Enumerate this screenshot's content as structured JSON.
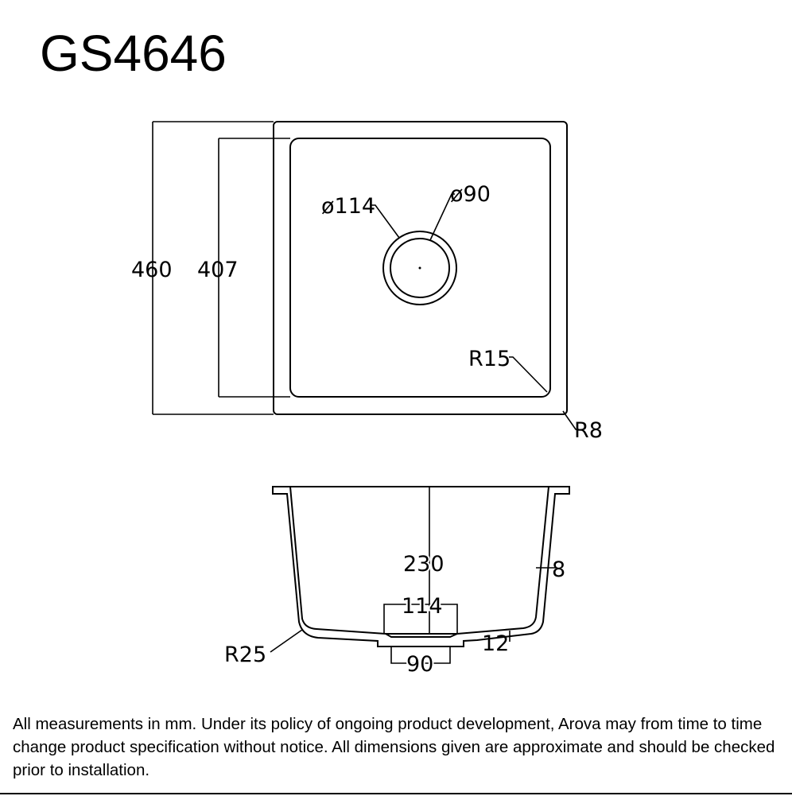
{
  "title": "GS4646",
  "top_view": {
    "overall_depth": "460",
    "bowl_depth": "407",
    "waste_outer_diameter": "ø114",
    "waste_inner_diameter": "ø90",
    "inner_corner_radius": "R15",
    "outer_corner_radius": "R8"
  },
  "section_view": {
    "bowl_height": "230",
    "waste_flange_width": "114",
    "waste_width": "90",
    "wall_thickness": "8",
    "base_thickness": "12",
    "base_radius": "R25"
  },
  "disclaimer": "All measurements in mm. Under its policy of ongoing product development, Arova may from time to time change product specification without notice. All dimensions given are approximate and should be checked prior to installation."
}
